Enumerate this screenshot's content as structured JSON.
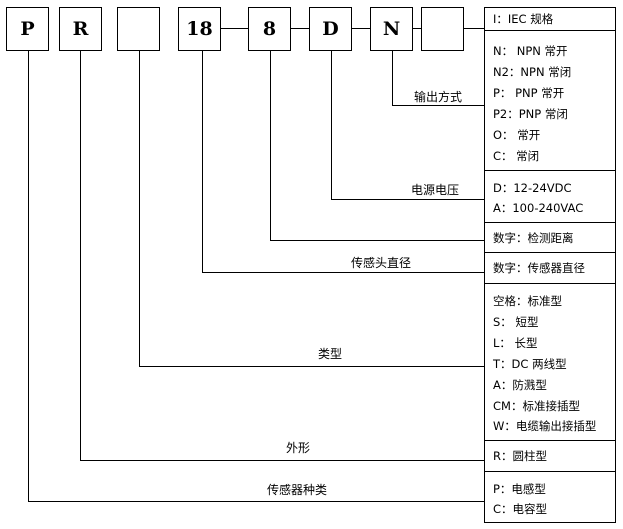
{
  "code_boxes": [
    "P",
    "R",
    "",
    "18",
    "8",
    "D",
    "N",
    ""
  ],
  "labels": {
    "output": "输出方式",
    "power": "电源电压",
    "head": "传感头直径",
    "type": "类型",
    "shape": "外形",
    "sensor": "传感器种类"
  },
  "table": {
    "iec": [
      "I：IEC 规格"
    ],
    "output": [
      "N：  NPN 常开",
      "N2：NPN 常闭",
      "P：  PNP 常开",
      "P2：PNP 常闭",
      "O：  常开",
      "C：  常闭"
    ],
    "power": [
      "D：12-24VDC",
      "A：100-240VAC"
    ],
    "distance": [
      "数字：检测距离"
    ],
    "diameter": [
      "数字：传感器直径"
    ],
    "type": [
      "空格：标准型",
      "S：  短型",
      "L：  长型",
      "T：DC  两线型",
      "A：防溅型",
      "CM：标准接插型",
      "W：电缆输出接插型"
    ],
    "shape": [
      "R：圆柱型"
    ],
    "sensor": [
      "P：电感型",
      "C：电容型"
    ]
  }
}
